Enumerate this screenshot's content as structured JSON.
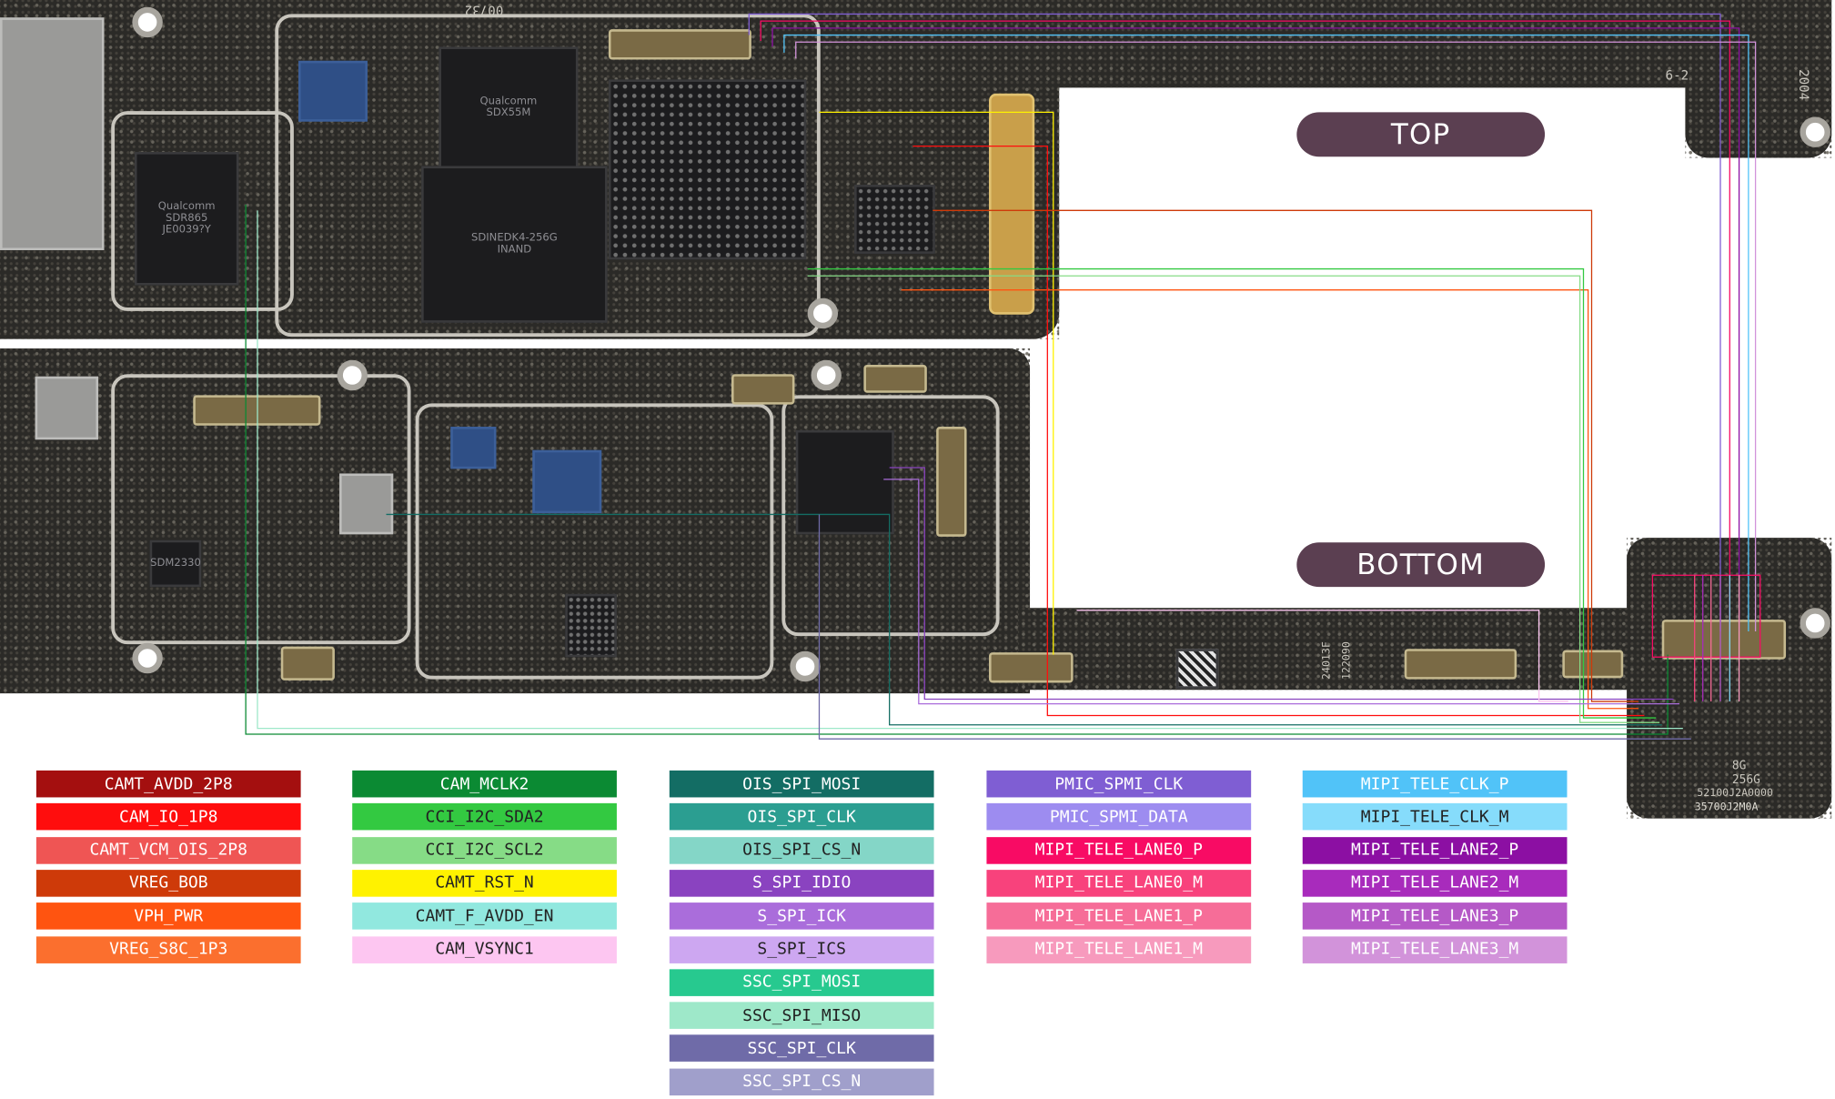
{
  "labels": {
    "top": "TOP",
    "bottom": "BOTTOM"
  },
  "silkscreen": {
    "top_code": "00732",
    "soc_brand": "Qualcomm",
    "soc_model": "SDR865",
    "soc_code": "JE0039?Y",
    "modem_brand": "Qualcomm",
    "modem_model": "SDX55M",
    "storage": "INAND",
    "storage_code": "SDINEDK4-256G",
    "pm_chip": "SDM2330",
    "corner_code": "2004",
    "mem_1": "8G",
    "mem_2": "256G",
    "mem_3": "52100J2A0000",
    "mem_4": "35700J2M0A",
    "pcb_code_1": "24013F",
    "pcb_code_2": "122090",
    "board_mark": "6-2"
  },
  "legend": [
    {
      "label": "CAMT_AVDD_2P8",
      "color": "#a40f0f",
      "col": 0,
      "row": 0
    },
    {
      "label": "CAM_IO_1P8",
      "color": "#ff0d0d",
      "col": 0,
      "row": 1
    },
    {
      "label": "CAMT_VCM_OIS_2P8",
      "color": "#ef5554",
      "col": 0,
      "row": 2
    },
    {
      "label": "VREG_BOB",
      "color": "#ce3a09",
      "col": 0,
      "row": 3
    },
    {
      "label": "VPH_PWR",
      "color": "#ff5410",
      "col": 0,
      "row": 4
    },
    {
      "label": "VREG_S8C_1P3",
      "color": "#fb6f2e",
      "col": 0,
      "row": 5
    },
    {
      "label": "CAM_MCLK2",
      "color": "#0b8a33",
      "col": 1,
      "row": 0
    },
    {
      "label": "CCI_I2C_SDA2",
      "color": "#33c941",
      "col": 1,
      "row": 1,
      "dark": true
    },
    {
      "label": "CCI_I2C_SCL2",
      "color": "#86dc86",
      "col": 1,
      "row": 2,
      "dark": true
    },
    {
      "label": "CAMT_RST_N",
      "color": "#fff200",
      "col": 1,
      "row": 3,
      "dark": true
    },
    {
      "label": "CAMT_F_AVDD_EN",
      "color": "#91e8df",
      "col": 1,
      "row": 4,
      "dark": true
    },
    {
      "label": "CAM_VSYNC1",
      "color": "#fdc6f1",
      "col": 1,
      "row": 5,
      "dark": true
    },
    {
      "label": "OIS_SPI_MOSI",
      "color": "#136d64",
      "col": 2,
      "row": 0
    },
    {
      "label": "OIS_SPI_CLK",
      "color": "#2b9e91",
      "col": 2,
      "row": 1
    },
    {
      "label": "OIS_SPI_CS_N",
      "color": "#84d6c7",
      "col": 2,
      "row": 2,
      "dark": true
    },
    {
      "label": "S_SPI_IDIO",
      "color": "#8a43c0",
      "col": 2,
      "row": 3
    },
    {
      "label": "S_SPI_ICK",
      "color": "#aa6ddb",
      "col": 2,
      "row": 4
    },
    {
      "label": "S_SPI_ICS",
      "color": "#cda7f1",
      "col": 2,
      "row": 5,
      "dark": true
    },
    {
      "label": "SSC_SPI_MOSI",
      "color": "#27c98f",
      "col": 2,
      "row": 6
    },
    {
      "label": "SSC_SPI_MISO",
      "color": "#9ee8c9",
      "col": 2,
      "row": 7,
      "dark": true
    },
    {
      "label": "SSC_SPI_CLK",
      "color": "#6f6ba8",
      "col": 2,
      "row": 8
    },
    {
      "label": "SSC_SPI_CS_N",
      "color": "#a09fcb",
      "col": 2,
      "row": 9
    },
    {
      "label": "PMIC_SPMI_CLK",
      "color": "#7f5ed3",
      "col": 3,
      "row": 0
    },
    {
      "label": "PMIC_SPMI_DATA",
      "color": "#9d8cf0",
      "col": 3,
      "row": 1
    },
    {
      "label": "MIPI_TELE_LANE0_P",
      "color": "#f80b64",
      "col": 3,
      "row": 2
    },
    {
      "label": "MIPI_TELE_LANE0_M",
      "color": "#f8427c",
      "col": 3,
      "row": 3
    },
    {
      "label": "MIPI_TELE_LANE1_P",
      "color": "#f66d98",
      "col": 3,
      "row": 4
    },
    {
      "label": "MIPI_TELE_LANE1_M",
      "color": "#f79abd",
      "col": 3,
      "row": 5
    },
    {
      "label": "MIPI_TELE_CLK_P",
      "color": "#51c3f8",
      "col": 4,
      "row": 0
    },
    {
      "label": "MIPI_TELE_CLK_M",
      "color": "#86dcfb",
      "col": 4,
      "row": 1,
      "dark": true
    },
    {
      "label": "MIPI_TELE_LANE2_P",
      "color": "#8c0fa3",
      "col": 4,
      "row": 2
    },
    {
      "label": "MIPI_TELE_LANE2_M",
      "color": "#a82bbc",
      "col": 4,
      "row": 3
    },
    {
      "label": "MIPI_TELE_LANE3_P",
      "color": "#b559c7",
      "col": 4,
      "row": 4
    },
    {
      "label": "MIPI_TELE_LANE3_M",
      "color": "#d293da",
      "col": 4,
      "row": 5
    }
  ]
}
